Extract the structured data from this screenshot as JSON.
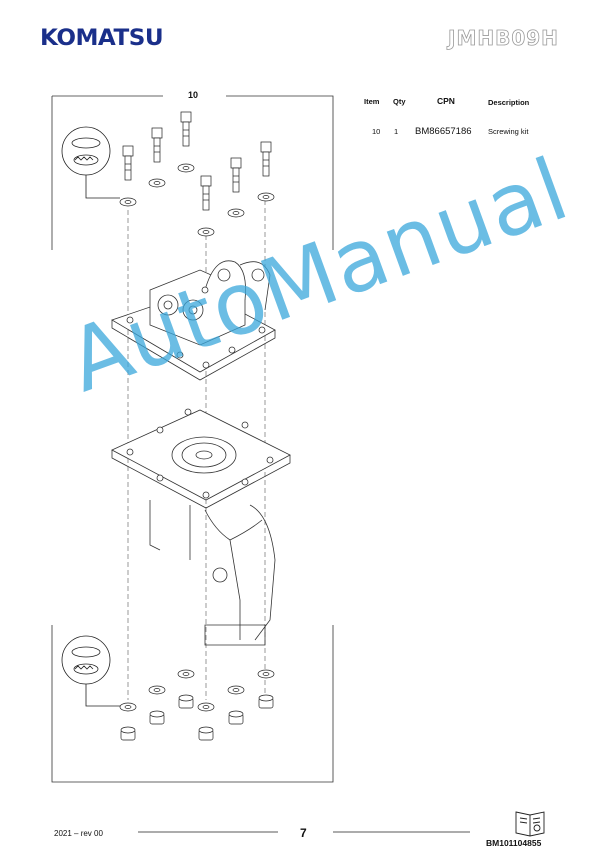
{
  "header": {
    "brand": "KOMATSU",
    "model": "JMHB09H"
  },
  "diagram": {
    "callout": "10"
  },
  "parts_table": {
    "headers": {
      "item": "Item",
      "qty": "Qty",
      "cpn": "CPN",
      "description": "Description"
    },
    "rows": [
      {
        "item": "10",
        "qty": "1",
        "cpn": "BM86657186",
        "description": "Screwing kit"
      }
    ]
  },
  "watermark": "AutoManual",
  "footer": {
    "date_rev": "2021 – rev 00",
    "page_number": "7",
    "document_code": "BM101104855"
  },
  "icons": [
    "manual-book-icon"
  ],
  "colors": {
    "brand": "#1a2f8a",
    "watermark": "#3aa7dc"
  }
}
